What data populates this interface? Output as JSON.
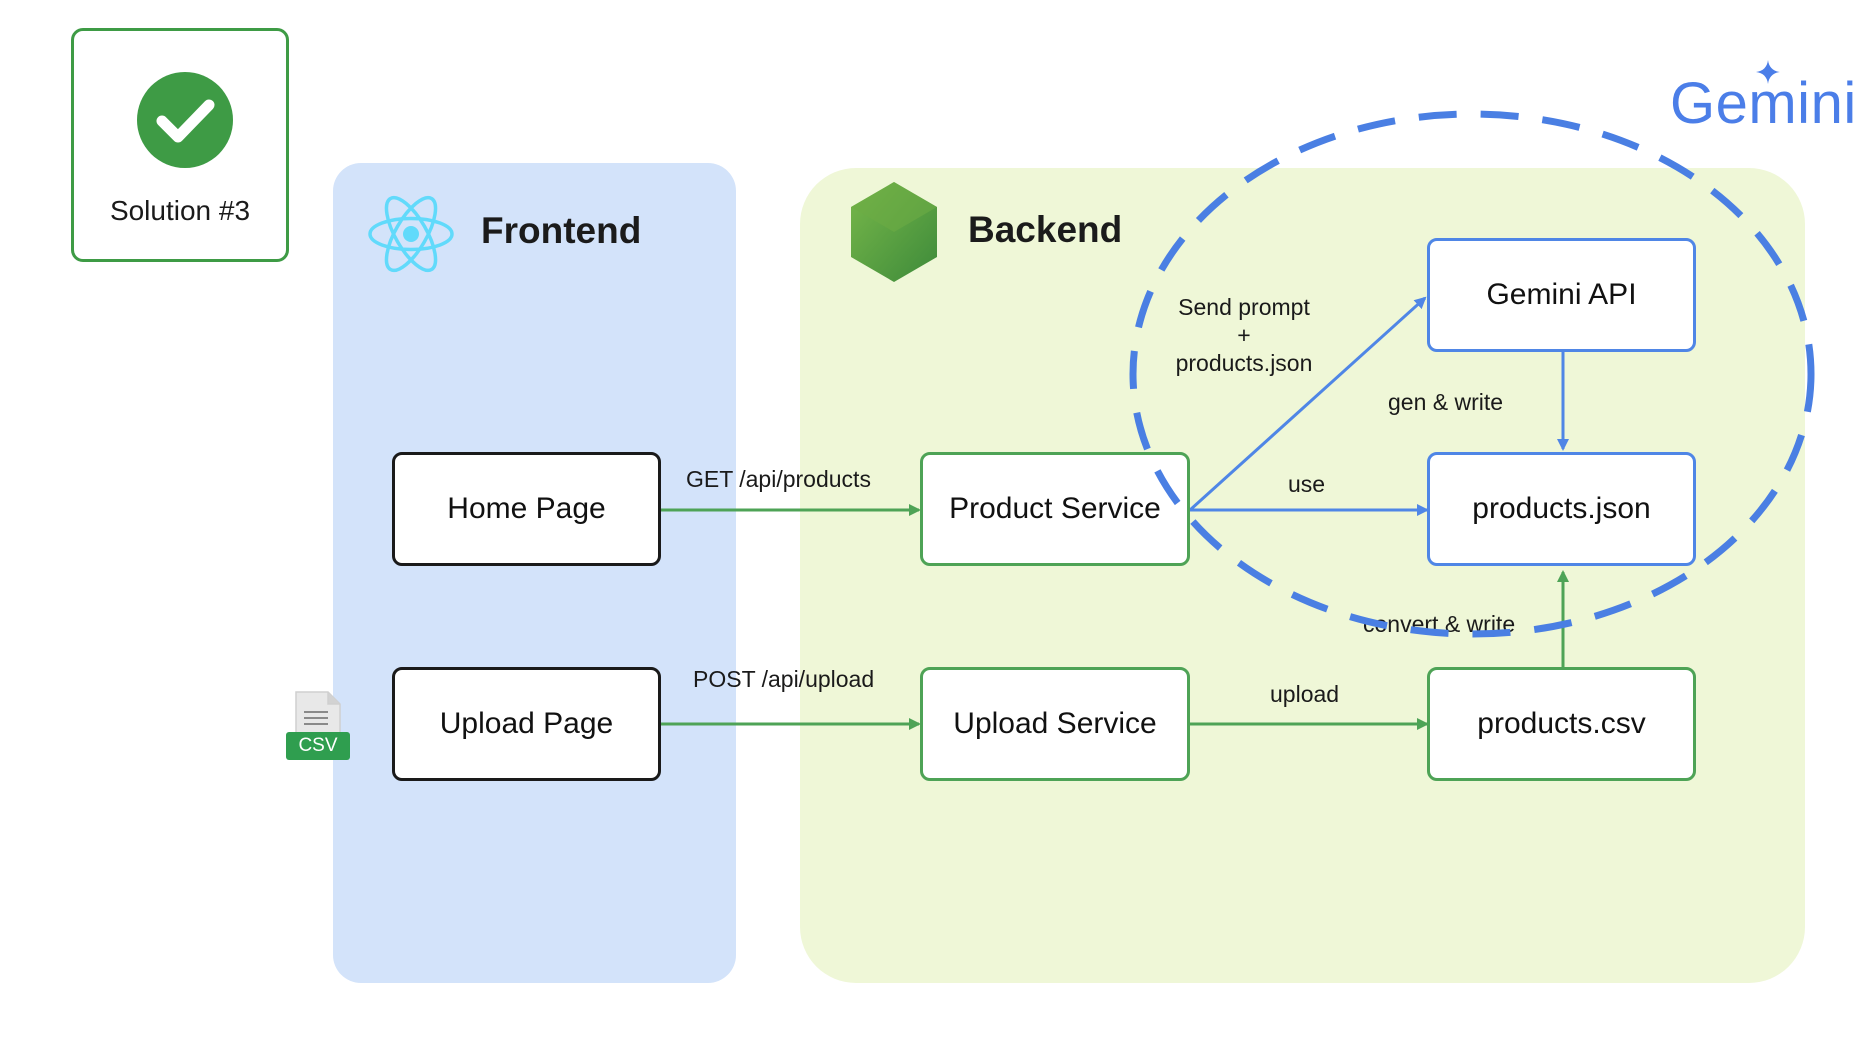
{
  "solution": {
    "label": "Solution #3"
  },
  "frontend": {
    "title": "Frontend",
    "home_page": "Home Page",
    "upload_page": "Upload Page",
    "csv_badge": "CSV"
  },
  "backend": {
    "title": "Backend",
    "product_service": "Product Service",
    "upload_service": "Upload Service",
    "gemini_api": "Gemini API",
    "products_json": "products.json",
    "products_csv": "products.csv"
  },
  "edges": {
    "get_products": "GET /api/products",
    "post_upload": "POST /api/upload",
    "send_prompt_line1": "Send prompt",
    "send_prompt_line2": "+",
    "send_prompt_line3": "products.json",
    "gen_write": "gen & write",
    "use": "use",
    "upload": "upload",
    "convert_write": "convert & write"
  },
  "brand": {
    "gemini": "Gemini"
  },
  "colors": {
    "green": "#4ea356",
    "blue": "#4f86e6",
    "frontend_panel": "#d3e3fa",
    "backend_panel": "#eff7d7"
  }
}
